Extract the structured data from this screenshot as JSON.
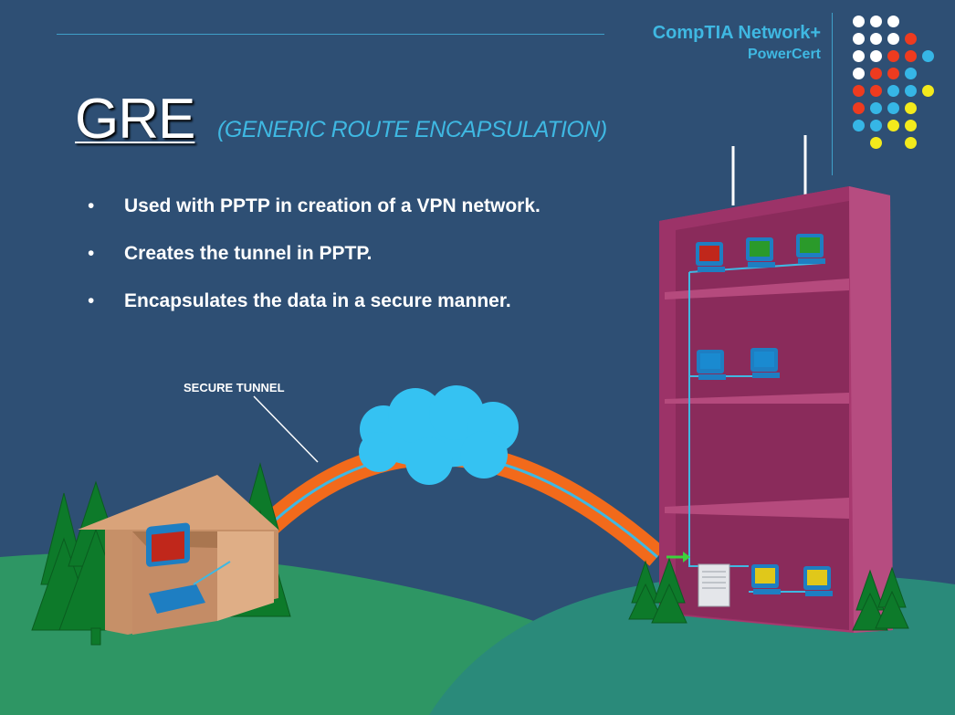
{
  "brand": {
    "line1": "CompTIA Network+",
    "line2": "PowerCert"
  },
  "title": "GRE",
  "subtitle": "(GENERIC ROUTE ENCAPSULATION)",
  "bullets": [
    "Used with PPTP in creation of a VPN network.",
    "Creates the tunnel in PPTP.",
    "Encapsulates the data in a secure manner."
  ],
  "bullet_glyph": "•",
  "diagram": {
    "tunnel_label": "SECURE TUNNEL"
  },
  "colors": {
    "background": "#2e4f74",
    "accent": "#3fb8e2",
    "tunnel": "#f26a1b",
    "building": "#a8396f",
    "house": "#d9a37a",
    "grass": "#2e9664",
    "tree": "#0d7a2a",
    "cloud": "#35c2f2",
    "dot_white": "#ffffff",
    "dot_red": "#ee3b1f",
    "dot_blue": "#36b6e6",
    "dot_yellow": "#f3ea1c"
  }
}
